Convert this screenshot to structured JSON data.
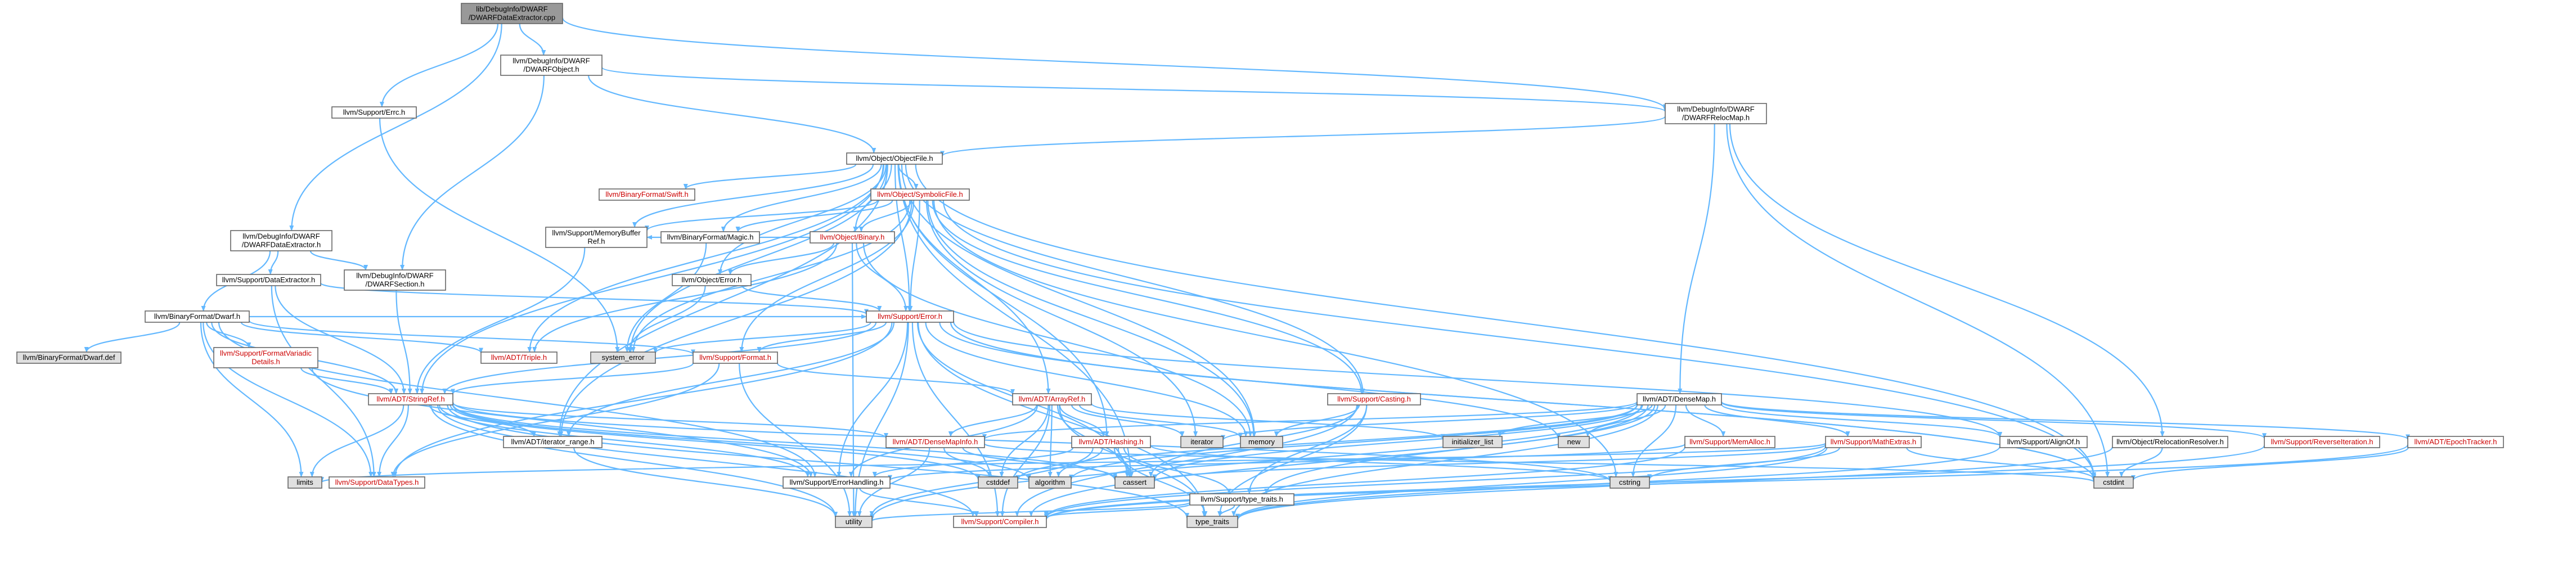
{
  "colors": {
    "edge": "#63b8ff",
    "node_fill": "#ffffff",
    "root_fill": "#999999",
    "external_fill": "#e0e0e0",
    "border": "#666666",
    "text": "#000000",
    "incomplete_text": "#cc0000"
  },
  "nodes": [
    {
      "id": "root",
      "lines": [
        "lib/DebugInfo/DWARF",
        "/DWARFDataExtractor.cpp"
      ],
      "kind": "root"
    },
    {
      "id": "dwarfobject",
      "lines": [
        "llvm/DebugInfo/DWARF",
        "/DWARFObject.h"
      ],
      "kind": "normal"
    },
    {
      "id": "errc",
      "lines": [
        "llvm/Support/Errc.h"
      ],
      "kind": "normal"
    },
    {
      "id": "relocmap",
      "lines": [
        "llvm/DebugInfo/DWARF",
        "/DWARFRelocMap.h"
      ],
      "kind": "normal"
    },
    {
      "id": "dwarfdataextractor",
      "lines": [
        "llvm/DebugInfo/DWARF",
        "/DWARFDataExtractor.h"
      ],
      "kind": "normal"
    },
    {
      "id": "objectfile",
      "lines": [
        "llvm/Object/ObjectFile.h"
      ],
      "kind": "normal"
    },
    {
      "id": "swift",
      "lines": [
        "llvm/BinaryFormat/Swift.h"
      ],
      "kind": "red"
    },
    {
      "id": "symbolicfile",
      "lines": [
        "llvm/Object/SymbolicFile.h"
      ],
      "kind": "red"
    },
    {
      "id": "memorybufferref",
      "lines": [
        "llvm/Support/MemoryBuffer",
        "Ref.h"
      ],
      "kind": "normal"
    },
    {
      "id": "magic",
      "lines": [
        "llvm/BinaryFormat/Magic.h"
      ],
      "kind": "normal"
    },
    {
      "id": "binary",
      "lines": [
        "llvm/Object/Binary.h"
      ],
      "kind": "red"
    },
    {
      "id": "supportdataextractor",
      "lines": [
        "llvm/Support/DataExtractor.h"
      ],
      "kind": "normal"
    },
    {
      "id": "dwarfsection",
      "lines": [
        "llvm/DebugInfo/DWARF",
        "/DWARFSection.h"
      ],
      "kind": "normal"
    },
    {
      "id": "objecterror",
      "lines": [
        "llvm/Object/Error.h"
      ],
      "kind": "normal"
    },
    {
      "id": "dwarf",
      "lines": [
        "llvm/BinaryFormat/Dwarf.h"
      ],
      "kind": "normal"
    },
    {
      "id": "supporterror",
      "lines": [
        "llvm/Support/Error.h"
      ],
      "kind": "red"
    },
    {
      "id": "dwarfdef",
      "lines": [
        "llvm/BinaryFormat/Dwarf.def"
      ],
      "kind": "external"
    },
    {
      "id": "formatvariadic",
      "lines": [
        "llvm/Support/FormatVariadic",
        "Details.h"
      ],
      "kind": "red"
    },
    {
      "id": "triple",
      "lines": [
        "llvm/ADT/Triple.h"
      ],
      "kind": "red"
    },
    {
      "id": "system_error",
      "lines": [
        "system_error"
      ],
      "kind": "external"
    },
    {
      "id": "format",
      "lines": [
        "llvm/Support/Format.h"
      ],
      "kind": "red"
    },
    {
      "id": "stringref",
      "lines": [
        "llvm/ADT/StringRef.h"
      ],
      "kind": "red"
    },
    {
      "id": "arrayref",
      "lines": [
        "llvm/ADT/ArrayRef.h"
      ],
      "kind": "red"
    },
    {
      "id": "casting",
      "lines": [
        "llvm/Support/Casting.h"
      ],
      "kind": "red"
    },
    {
      "id": "densemap",
      "lines": [
        "llvm/ADT/DenseMap.h"
      ],
      "kind": "normal"
    },
    {
      "id": "iterator",
      "lines": [
        "iterator"
      ],
      "kind": "external"
    },
    {
      "id": "memory",
      "lines": [
        "memory"
      ],
      "kind": "external"
    },
    {
      "id": "initializer_list",
      "lines": [
        "initializer_list"
      ],
      "kind": "external"
    },
    {
      "id": "new",
      "lines": [
        "new"
      ],
      "kind": "external"
    },
    {
      "id": "iterator_range",
      "lines": [
        "llvm/ADT/iterator_range.h"
      ],
      "kind": "normal"
    },
    {
      "id": "densemapinfo",
      "lines": [
        "llvm/ADT/DenseMapInfo.h"
      ],
      "kind": "red"
    },
    {
      "id": "hashing",
      "lines": [
        "llvm/ADT/Hashing.h"
      ],
      "kind": "red"
    },
    {
      "id": "memalloc",
      "lines": [
        "llvm/Support/MemAlloc.h"
      ],
      "kind": "red"
    },
    {
      "id": "mathextras",
      "lines": [
        "llvm/Support/MathExtras.h"
      ],
      "kind": "red"
    },
    {
      "id": "alignof",
      "lines": [
        "llvm/Support/AlignOf.h"
      ],
      "kind": "normal"
    },
    {
      "id": "relocationresolver",
      "lines": [
        "llvm/Object/RelocationResolver.h"
      ],
      "kind": "normal"
    },
    {
      "id": "reverseiteration",
      "lines": [
        "llvm/Support/ReverseIteration.h"
      ],
      "kind": "red"
    },
    {
      "id": "epochtracker",
      "lines": [
        "llvm/ADT/EpochTracker.h"
      ],
      "kind": "red"
    },
    {
      "id": "limits",
      "lines": [
        "limits"
      ],
      "kind": "external"
    },
    {
      "id": "datatypes",
      "lines": [
        "llvm/Support/DataTypes.h"
      ],
      "kind": "red"
    },
    {
      "id": "errorhandling",
      "lines": [
        "llvm/Support/ErrorHandling.h"
      ],
      "kind": "normal"
    },
    {
      "id": "cstddef",
      "lines": [
        "cstddef"
      ],
      "kind": "external"
    },
    {
      "id": "algorithm",
      "lines": [
        "algorithm"
      ],
      "kind": "external"
    },
    {
      "id": "cassert",
      "lines": [
        "cassert"
      ],
      "kind": "external"
    },
    {
      "id": "cstring",
      "lines": [
        "cstring"
      ],
      "kind": "external"
    },
    {
      "id": "cstdint",
      "lines": [
        "cstdint"
      ],
      "kind": "external"
    },
    {
      "id": "type_traits_h",
      "lines": [
        "llvm/Support/type_traits.h"
      ],
      "kind": "normal"
    },
    {
      "id": "utility",
      "lines": [
        "utility"
      ],
      "kind": "external"
    },
    {
      "id": "compiler",
      "lines": [
        "llvm/Support/Compiler.h"
      ],
      "kind": "red"
    },
    {
      "id": "type_traits",
      "lines": [
        "type_traits"
      ],
      "kind": "external"
    }
  ],
  "edges": [
    [
      "root",
      "dwarfobject"
    ],
    [
      "root",
      "errc"
    ],
    [
      "root",
      "relocmap"
    ],
    [
      "root",
      "dwarfdataextractor"
    ],
    [
      "dwarfobject",
      "objectfile"
    ],
    [
      "dwarfobject",
      "relocmap"
    ],
    [
      "dwarfobject",
      "dwarfsection"
    ],
    [
      "errc",
      "system_error"
    ],
    [
      "relocmap",
      "objectfile"
    ],
    [
      "relocmap",
      "densemap"
    ],
    [
      "relocmap",
      "relocationresolver"
    ],
    [
      "relocmap",
      "cstdint"
    ],
    [
      "dwarfdataextractor",
      "dwarf"
    ],
    [
      "dwarfdataextractor",
      "supportdataextractor"
    ],
    [
      "dwarfdataextractor",
      "dwarfsection"
    ],
    [
      "objectfile",
      "swift"
    ],
    [
      "objectfile",
      "symbolicfile"
    ],
    [
      "objectfile",
      "memorybufferref"
    ],
    [
      "objectfile",
      "magic"
    ],
    [
      "objectfile",
      "binary"
    ],
    [
      "objectfile",
      "objecterror"
    ],
    [
      "objectfile",
      "supporterror"
    ],
    [
      "objectfile",
      "triple"
    ],
    [
      "objectfile",
      "stringref"
    ],
    [
      "objectfile",
      "arrayref"
    ],
    [
      "objectfile",
      "casting"
    ],
    [
      "objectfile",
      "iterator_range"
    ],
    [
      "objectfile",
      "hashing"
    ],
    [
      "objectfile",
      "memory"
    ],
    [
      "objectfile",
      "cassert"
    ],
    [
      "objectfile",
      "cstdint"
    ],
    [
      "objectfile",
      "system_error"
    ],
    [
      "symbolicfile",
      "memorybufferref"
    ],
    [
      "symbolicfile",
      "magic"
    ],
    [
      "symbolicfile",
      "binary"
    ],
    [
      "symbolicfile",
      "supporterror"
    ],
    [
      "symbolicfile",
      "format"
    ],
    [
      "symbolicfile",
      "iterator_range"
    ],
    [
      "symbolicfile",
      "iterator"
    ],
    [
      "symbolicfile",
      "memory"
    ],
    [
      "symbolicfile",
      "casting"
    ],
    [
      "symbolicfile",
      "cstdint"
    ],
    [
      "symbolicfile",
      "system_error"
    ],
    [
      "symbolicfile",
      "cstring"
    ],
    [
      "memorybufferref",
      "stringref"
    ],
    [
      "magic",
      "system_error"
    ],
    [
      "binary",
      "memorybufferref"
    ],
    [
      "binary",
      "objecterror"
    ],
    [
      "binary",
      "supporterror"
    ],
    [
      "binary",
      "triple"
    ],
    [
      "binary",
      "memory"
    ],
    [
      "binary",
      "utility"
    ],
    [
      "supportdataextractor",
      "supporterror"
    ],
    [
      "supportdataextractor",
      "stringref"
    ],
    [
      "supportdataextractor",
      "datatypes"
    ],
    [
      "dwarfsection",
      "stringref"
    ],
    [
      "objecterror",
      "supporterror"
    ],
    [
      "objecterror",
      "system_error"
    ],
    [
      "dwarf",
      "dwarfdef"
    ],
    [
      "dwarf",
      "formatvariadic"
    ],
    [
      "dwarf",
      "supporterror"
    ],
    [
      "dwarf",
      "format"
    ],
    [
      "dwarf",
      "triple"
    ],
    [
      "dwarf",
      "stringref"
    ],
    [
      "dwarf",
      "datatypes"
    ],
    [
      "dwarf",
      "errorhandling"
    ],
    [
      "dwarf",
      "limits"
    ],
    [
      "formatvariadic",
      "stringref"
    ],
    [
      "formatvariadic",
      "errorhandling"
    ],
    [
      "supporterror",
      "format"
    ],
    [
      "supporterror",
      "stringref"
    ],
    [
      "supporterror",
      "datatypes"
    ],
    [
      "supporterror",
      "errorhandling"
    ],
    [
      "supporterror",
      "abstractcompiler"
    ],
    [
      "supporterror",
      "compiler"
    ],
    [
      "supporterror",
      "cassert"
    ],
    [
      "supporterror",
      "cstdint"
    ],
    [
      "supporterror",
      "memory"
    ],
    [
      "supporterror",
      "system_error"
    ],
    [
      "supporterror",
      "type_traits"
    ],
    [
      "supporterror",
      "utility"
    ],
    [
      "supporterror",
      "new"
    ],
    [
      "supporterror",
      "cstdint"
    ],
    [
      "supporterror",
      "iterator_range"
    ],
    [
      "supporterror",
      "alignof"
    ],
    [
      "format",
      "arrayref"
    ],
    [
      "format",
      "stringref"
    ],
    [
      "format",
      "datatypes"
    ],
    [
      "format",
      "utility"
    ],
    [
      "stringref",
      "iterator_range"
    ],
    [
      "stringref",
      "densemapinfo"
    ],
    [
      "stringref",
      "compiler"
    ],
    [
      "stringref",
      "algorithm"
    ],
    [
      "stringref",
      "cassert"
    ],
    [
      "stringref",
      "cstddef"
    ],
    [
      "stringref",
      "cstring"
    ],
    [
      "stringref",
      "limits"
    ],
    [
      "stringref",
      "type_traits"
    ],
    [
      "stringref",
      "utility"
    ],
    [
      "stringref",
      "datatypes"
    ],
    [
      "stringref",
      "errorhandling"
    ],
    [
      "arrayref",
      "hashing"
    ],
    [
      "arrayref",
      "densemapinfo"
    ],
    [
      "arrayref",
      "compiler"
    ],
    [
      "arrayref",
      "algorithm"
    ],
    [
      "arrayref",
      "cassert"
    ],
    [
      "arrayref",
      "cstddef"
    ],
    [
      "arrayref",
      "initializer_list"
    ],
    [
      "arrayref",
      "iterator"
    ],
    [
      "arrayref",
      "memory"
    ],
    [
      "arrayref",
      "type_traits"
    ],
    [
      "arrayref",
      "errorhandling"
    ],
    [
      "casting",
      "compiler"
    ],
    [
      "casting",
      "type_traits_h"
    ],
    [
      "casting",
      "cassert"
    ],
    [
      "casting",
      "memory"
    ],
    [
      "casting",
      "type_traits"
    ],
    [
      "densemap",
      "densemapinfo"
    ],
    [
      "densemap",
      "epochtracker"
    ],
    [
      "densemap",
      "alignof"
    ],
    [
      "densemap",
      "compiler"
    ],
    [
      "densemap",
      "mathextras"
    ],
    [
      "densemap",
      "memalloc"
    ],
    [
      "densemap",
      "reverseiteration"
    ],
    [
      "densemap",
      "type_traits_h"
    ],
    [
      "densemap",
      "algorithm"
    ],
    [
      "densemap",
      "cassert"
    ],
    [
      "densemap",
      "cstddef"
    ],
    [
      "densemap",
      "cstring"
    ],
    [
      "densemap",
      "initializer_list"
    ],
    [
      "densemap",
      "iterator"
    ],
    [
      "densemap",
      "new"
    ],
    [
      "densemap",
      "type_traits"
    ],
    [
      "densemap",
      "utility"
    ],
    [
      "iterator_range",
      "utility"
    ],
    [
      "densemapinfo",
      "cassert"
    ],
    [
      "densemapinfo",
      "cstddef"
    ],
    [
      "densemapinfo",
      "cstdint"
    ],
    [
      "densemapinfo",
      "utility"
    ],
    [
      "hashing",
      "errorhandling"
    ],
    [
      "hashing",
      "type_traits_h"
    ],
    [
      "hashing",
      "algorithm"
    ],
    [
      "hashing",
      "cassert"
    ],
    [
      "hashing",
      "cstring"
    ],
    [
      "hashing",
      "type_traits"
    ],
    [
      "hashing",
      "utility"
    ],
    [
      "memalloc",
      "compiler"
    ],
    [
      "memalloc",
      "errorhandling"
    ],
    [
      "memalloc",
      "cstdlib"
    ],
    [
      "mathextras",
      "compiler"
    ],
    [
      "mathextras",
      "cassert"
    ],
    [
      "mathextras",
      "cstdint"
    ],
    [
      "mathextras",
      "cstring"
    ],
    [
      "mathextras",
      "limits"
    ],
    [
      "mathextras",
      "type_traits"
    ],
    [
      "alignof",
      "type_traits"
    ],
    [
      "relocationresolver",
      "cstdint"
    ],
    [
      "relocationresolver",
      "type_traits"
    ],
    [
      "epochtracker",
      "compiler"
    ],
    [
      "epochtracker",
      "cstdint"
    ],
    [
      "errorhandling",
      "compiler"
    ],
    [
      "type_traits_h",
      "compiler"
    ],
    [
      "type_traits_h",
      "type_traits"
    ],
    [
      "type_traits_h",
      "utility"
    ],
    [
      "reverseiteration",
      "compiler"
    ]
  ]
}
